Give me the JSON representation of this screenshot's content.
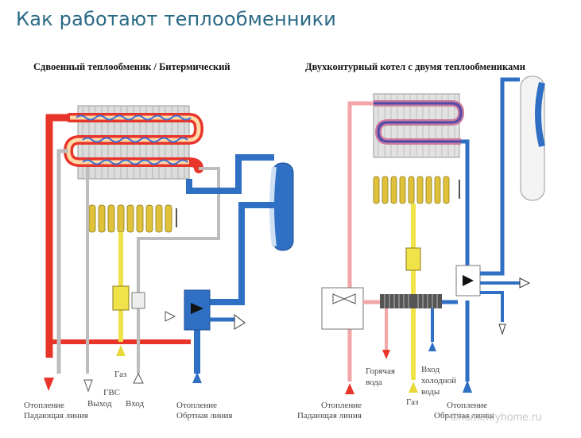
{
  "page": {
    "title": "Как работают теплообменники",
    "watermark": "©homeMyhome.ru"
  },
  "left": {
    "title": "Сдвоенный теплообменик / Битермический",
    "labels": {
      "heat_supply_1": "Отопление",
      "heat_supply_2": "Падающая линия",
      "dhw": "ГВС",
      "dhw_out": "Выход",
      "dhw_in": "Вход",
      "gas": "Газ",
      "heat_return_1": "Отопление",
      "heat_return_2": "Обртная линия"
    }
  },
  "right": {
    "title": "Двухконтурный котел с двумя теплообмениками",
    "labels": {
      "heat_supply_1": "Отопление",
      "heat_supply_2": "Падающая линия",
      "hot_water_1": "Горячая",
      "hot_water_2": "вода",
      "cold_in_1": "Вход",
      "cold_in_2": "холодной",
      "cold_in_3": "воды",
      "gas": "Газ",
      "heat_return_1": "Отопление",
      "heat_return_2": "Обратная линия"
    }
  },
  "colors": {
    "supply": "#e8352a",
    "return": "#2f6fc4",
    "gas": "#f0e34a",
    "burner": "#e0c23a",
    "title": "#2b6a86"
  }
}
